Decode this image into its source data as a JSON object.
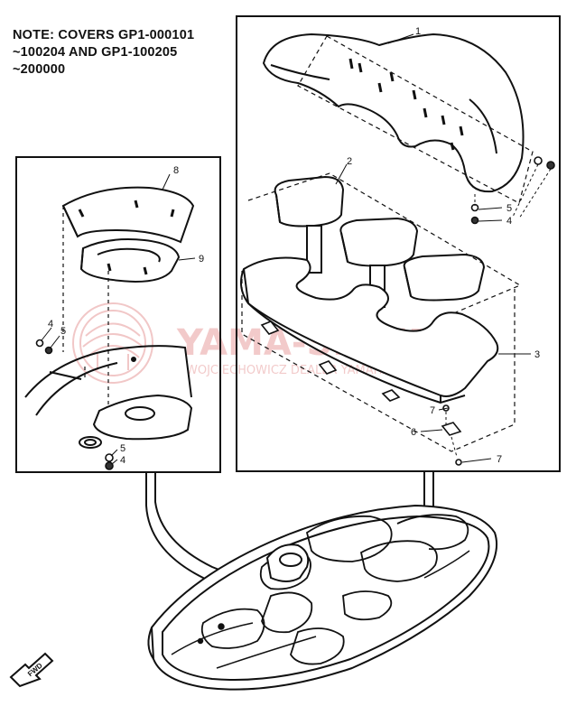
{
  "note": {
    "lines": [
      "NOTE: COVERS GP1-000101",
      "~100204 AND GP1-100205",
      "~200000"
    ]
  },
  "callouts": {
    "c1": "1",
    "c2": "2",
    "c3": "3",
    "c4a": "4",
    "c4b": "4",
    "c4c": "4",
    "c5a": "5",
    "c5b": "5",
    "c5c": "5",
    "c6": "6",
    "c7a": "7",
    "c7b": "7",
    "c8": "8",
    "c9": "9"
  },
  "fwd_label": "FWD",
  "watermark": {
    "main": "YAMA-SKLEP.PL",
    "sub": "WOJCIECHOWICZ DEALER YAMAHA"
  },
  "colors": {
    "line": "#111111",
    "watermark": "#e8a0a0",
    "background": "#ffffff"
  }
}
